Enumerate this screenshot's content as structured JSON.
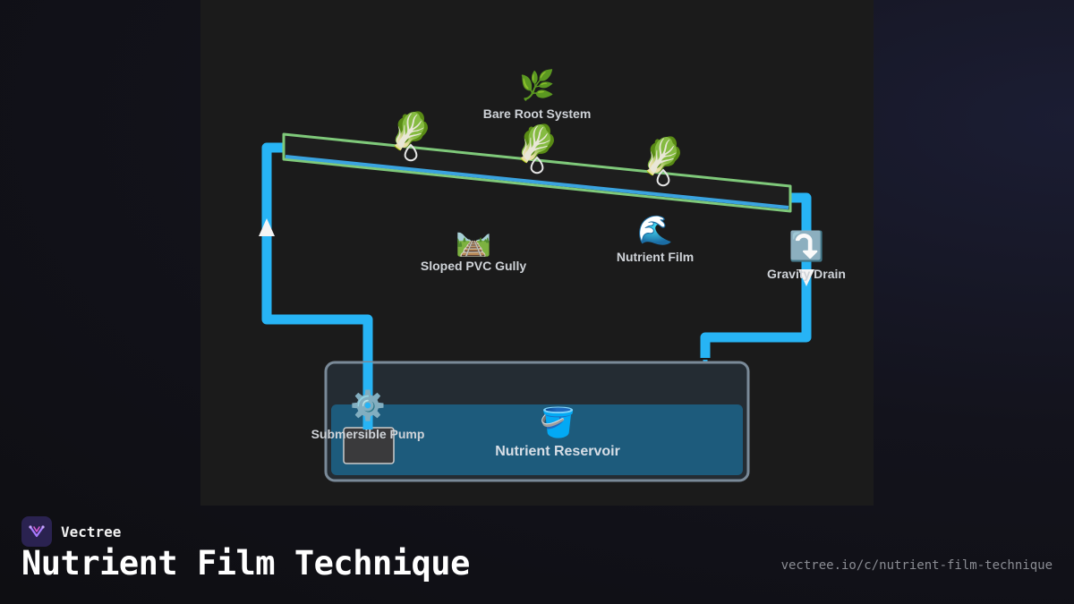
{
  "diagram": {
    "labels": {
      "bare_root": "Bare Root System",
      "gully": "Sloped PVC Gully",
      "film": "Nutrient Film",
      "drain": "Gravity Drain",
      "pump": "Submersible Pump",
      "reservoir": "Nutrient Reservoir"
    },
    "icons": {
      "bare_root": "🌿",
      "lettuce": "🥬",
      "gully": "🛤️",
      "film": "🌊",
      "drain": "⤵️",
      "pump": "⚙️",
      "reservoir": "🪣"
    },
    "colors": {
      "pipe": "#27b4f5",
      "gully_outline": "#7fc97a",
      "film": "#3aa3e0",
      "reservoir_water": "#1d5b7c",
      "reservoir_frame": "#7a8a98"
    }
  },
  "footer": {
    "brand": "Vectree",
    "title": "Nutrient Film Technique",
    "url": "vectree.io/c/nutrient-film-technique"
  }
}
